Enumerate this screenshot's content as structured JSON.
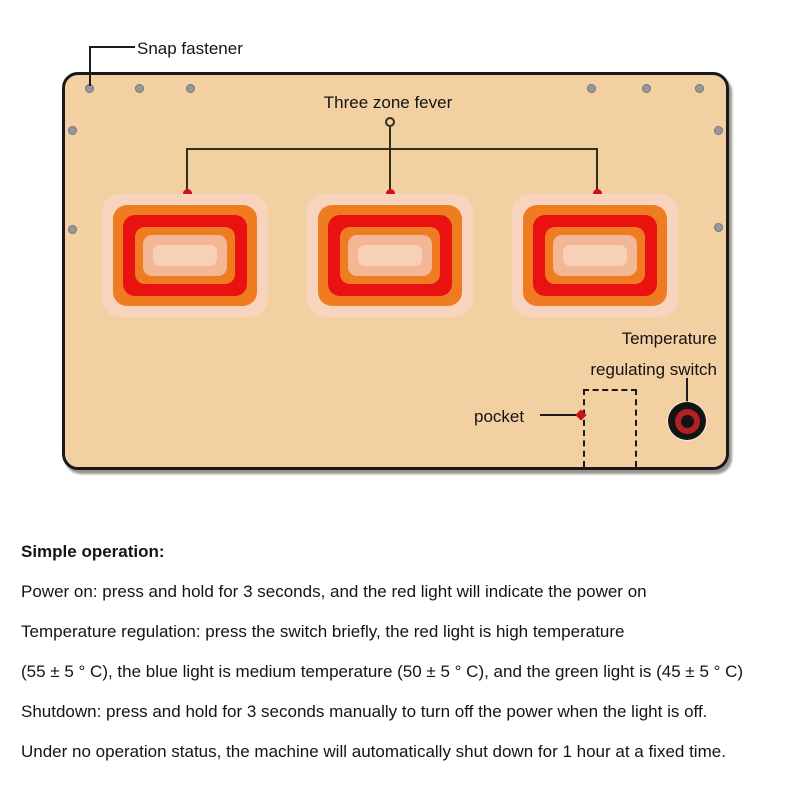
{
  "diagram": {
    "labels": {
      "snap_fastener": "Snap fastener",
      "three_zone_fever": "Three zone fever",
      "temperature_switch": [
        "Temperature",
        "regulating switch"
      ],
      "pocket": "pocket"
    },
    "colors": {
      "pad_background": "#f2d0a2",
      "pad_border": "#191919",
      "zone_outer_light": "#f8d3bd",
      "zone_orange": "#ef7c20",
      "zone_red": "#ea1111",
      "zone_salmon": "#f4b795",
      "zone_center": "#f8d0b8",
      "connector_line": "#30301c",
      "pointer_dot_red": "#d11212",
      "snap_dot_gray": "#98989b",
      "switch_ring_red": "#b32222",
      "switch_body_black": "#141414"
    }
  },
  "instructions": {
    "title": "Simple operation:",
    "lines": [
      "Power on: press and hold for 3 seconds, and the red light will indicate the power on",
      "Temperature regulation: press the switch briefly, the red light is high temperature",
      "(55 ± 5 ° C), the blue light is medium temperature (50 ± 5 ° C), and the green light is (45 ± 5 ° C)",
      "Shutdown: press and hold for 3 seconds manually to turn off the power when the light is off.",
      "Under no operation status, the machine will automatically shut down for 1 hour at a fixed time."
    ]
  }
}
